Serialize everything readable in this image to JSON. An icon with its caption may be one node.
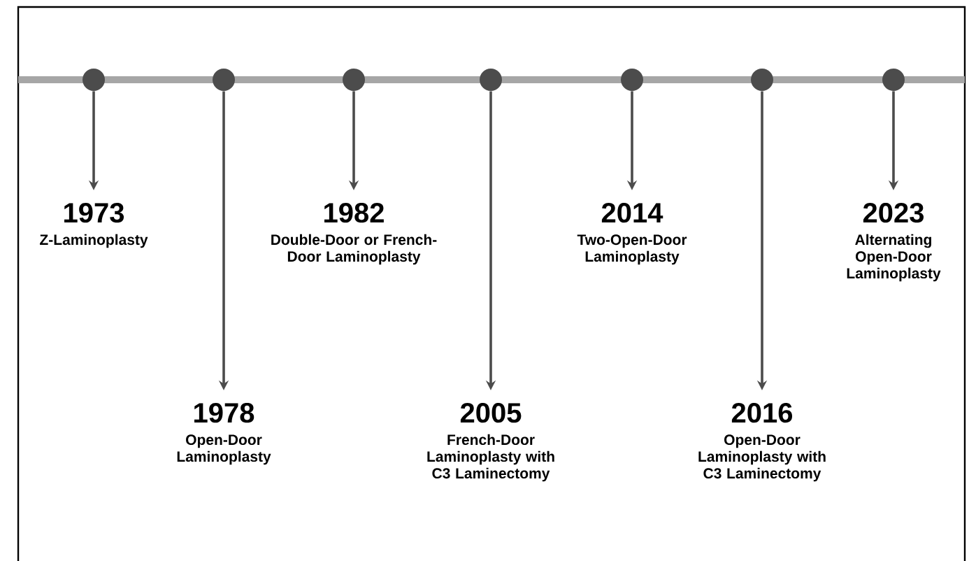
{
  "diagram": {
    "nodes": [
      {
        "text": [],
        "shape": "circle"
      },
      {
        "text": [],
        "shape": "circle"
      },
      {
        "text": [],
        "shape": "circle"
      },
      {
        "text": [],
        "shape": "circle"
      },
      {
        "text": [],
        "shape": "circle"
      },
      {
        "text": [],
        "shape": "circle"
      },
      {
        "text": [],
        "shape": "circle"
      },
      {
        "text": [
          "1973",
          "Z-Laminoplasty"
        ]
      },
      {
        "text": [
          "1978",
          "Open-Door Laminoplasty"
        ]
      },
      {
        "text": [
          "1982",
          "Double-Door or French-Door Laminoplasty"
        ]
      },
      {
        "text": [
          "2005",
          "French-Door Laminoplasty with C3 Laminectomy"
        ]
      },
      {
        "text": [
          "2014",
          "Two-Open-Door Laminoplasty"
        ]
      },
      {
        "text": [
          "2016",
          "Open-Door Laminoplasty with C3 Laminectomy"
        ]
      },
      {
        "text": [
          "2023",
          "Alternating Open-Door Laminoplasty"
        ]
      }
    ],
    "edges": [
      {
        "from": 0,
        "to": 7,
        "arrow": "to"
      },
      {
        "from": 1,
        "to": 8,
        "arrow": "to"
      },
      {
        "from": 2,
        "to": 9,
        "arrow": "to"
      },
      {
        "from": 3,
        "to": 10,
        "arrow": "to"
      },
      {
        "from": 4,
        "to": 11,
        "arrow": "to"
      },
      {
        "from": 5,
        "to": 12,
        "arrow": "to"
      },
      {
        "from": 6,
        "to": 13,
        "arrow": "to"
      }
    ]
  }
}
